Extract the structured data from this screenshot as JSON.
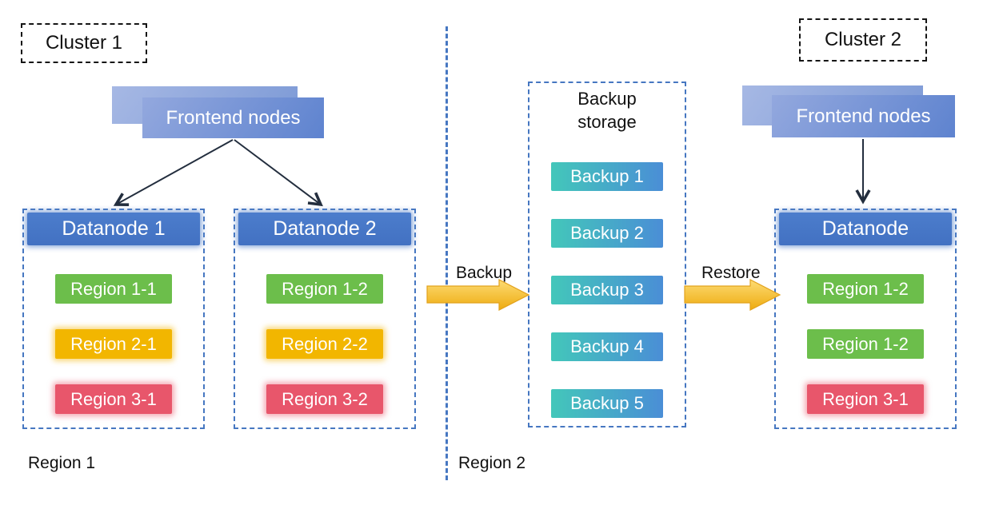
{
  "clusters": {
    "cluster1": {
      "label": "Cluster 1",
      "frontend_label": "Frontend nodes",
      "datanodes": [
        {
          "title": "Datanode 1",
          "regions": [
            {
              "label": "Region 1-1",
              "color": "green"
            },
            {
              "label": "Region 2-1",
              "color": "yellow"
            },
            {
              "label": "Region 3-1",
              "color": "red"
            }
          ]
        },
        {
          "title": "Datanode 2",
          "regions": [
            {
              "label": "Region 1-2",
              "color": "green"
            },
            {
              "label": "Region 2-2",
              "color": "yellow"
            },
            {
              "label": "Region 3-2",
              "color": "red"
            }
          ]
        }
      ]
    },
    "cluster2": {
      "label": "Cluster 2",
      "frontend_label": "Frontend nodes",
      "datanodes": [
        {
          "title": "Datanode",
          "regions": [
            {
              "label": "Region 1-2",
              "color": "green"
            },
            {
              "label": "Region 1-2",
              "color": "green"
            },
            {
              "label": "Region 3-1",
              "color": "red"
            }
          ]
        }
      ]
    }
  },
  "backup_storage": {
    "title": "Backup storage",
    "items": [
      "Backup 1",
      "Backup 2",
      "Backup 3",
      "Backup 4",
      "Backup 5"
    ]
  },
  "flows": {
    "backup_label": "Backup",
    "restore_label": "Restore"
  },
  "footer": {
    "left_region_label": "Region 1",
    "right_region_label": "Region 2"
  },
  "colors": {
    "dashed_blue": "#4677C1",
    "header_blue": "#4577C8",
    "region_green": "#6CBE4B",
    "region_yellow": "#F2B600",
    "region_red": "#E8566B",
    "backup_teal": "#43C7BA",
    "backup_blue": "#4A8ED6",
    "block_arrow_light": "#FDDC74",
    "block_arrow_dark": "#EEAB0F",
    "thin_arrow": "#232E3E"
  }
}
